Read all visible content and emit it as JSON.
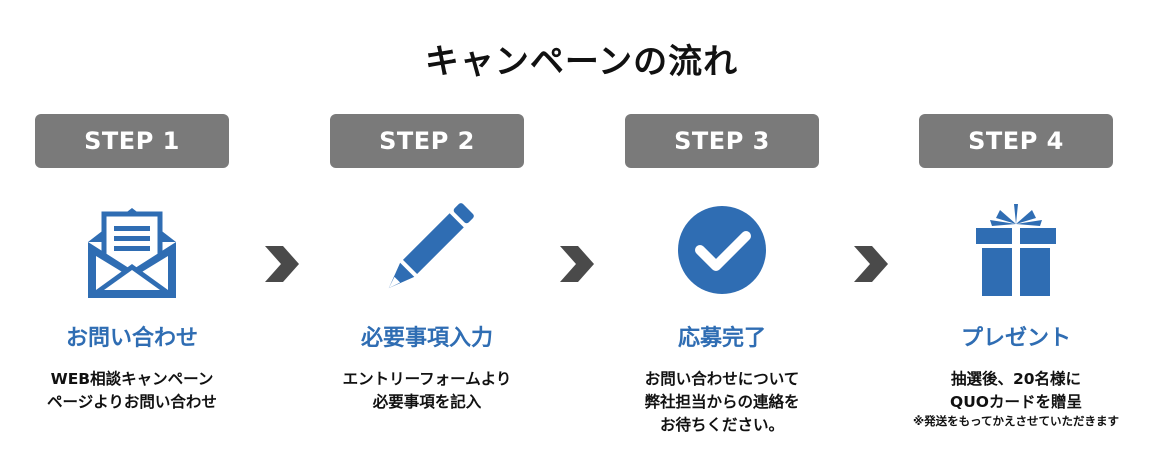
{
  "page": {
    "title": "キャンペーンの流れ"
  },
  "colors": {
    "badge": "#7a7a7a",
    "accent": "#2f6db3",
    "arrow": "#4a4a4a"
  },
  "steps": [
    {
      "badge": "STEP 1",
      "icon": "envelope-document-icon",
      "heading": "お問い合わせ",
      "desc": [
        "WEB相談キャンペーン",
        "ページよりお問い合わせ"
      ],
      "note": ""
    },
    {
      "badge": "STEP 2",
      "icon": "pencil-icon",
      "heading": "必要事項入力",
      "desc": [
        "エントリーフォームより",
        "必要事項を記入"
      ],
      "note": ""
    },
    {
      "badge": "STEP 3",
      "icon": "checkmark-circle-icon",
      "heading": "応募完了",
      "desc": [
        "お問い合わせについて",
        "弊社担当からの連絡を",
        "お待ちください。"
      ],
      "note": ""
    },
    {
      "badge": "STEP 4",
      "icon": "gift-box-icon",
      "heading": "プレゼント",
      "desc": [
        "抽選後、20名様に",
        "QUOカードを贈呈"
      ],
      "note": "※発送をもってかえさせていただきます"
    }
  ]
}
